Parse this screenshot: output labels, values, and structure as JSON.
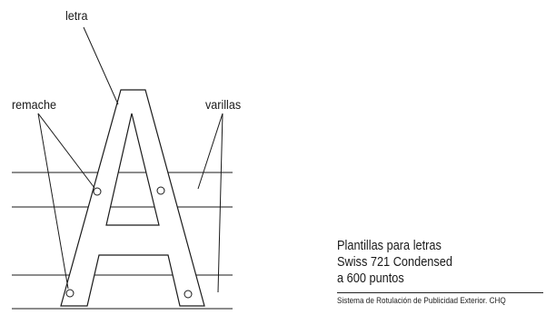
{
  "labels": {
    "letter": "letra",
    "rivet": "remache",
    "rods": "varillas"
  },
  "caption": {
    "line1": "Plantillas para letras",
    "line2": "Swiss 721 Condensed",
    "line3": "a 600 puntos",
    "footer": "Sistema de Rotulación de Publicidad Exterior. CHQ"
  },
  "colors": {
    "ink": "#1a1a1a",
    "background": "#ffffff"
  }
}
